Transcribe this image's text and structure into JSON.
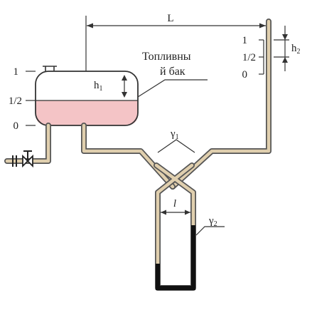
{
  "diagram": {
    "tank_label_line1": "Топливны",
    "tank_label_line2": "й бак",
    "dimension_L": "L",
    "dimension_l": "l",
    "level_marks_tank": [
      "1",
      "1/2",
      "0"
    ],
    "level_marks_tube": [
      "1",
      "1/2",
      "0"
    ],
    "h1_base": "h",
    "h1_sub": "1",
    "h2_base": "h",
    "h2_sub": "2",
    "gamma1_base": "γ",
    "gamma1_sub": "1",
    "gamma2_base": "γ",
    "gamma2_sub": "2",
    "colors": {
      "fuel": "#f4c4c6",
      "tube_fill": "#e0cfae",
      "tube_outline": "#555555",
      "manometer_liquid": "#111111",
      "lines": "#333333"
    }
  }
}
